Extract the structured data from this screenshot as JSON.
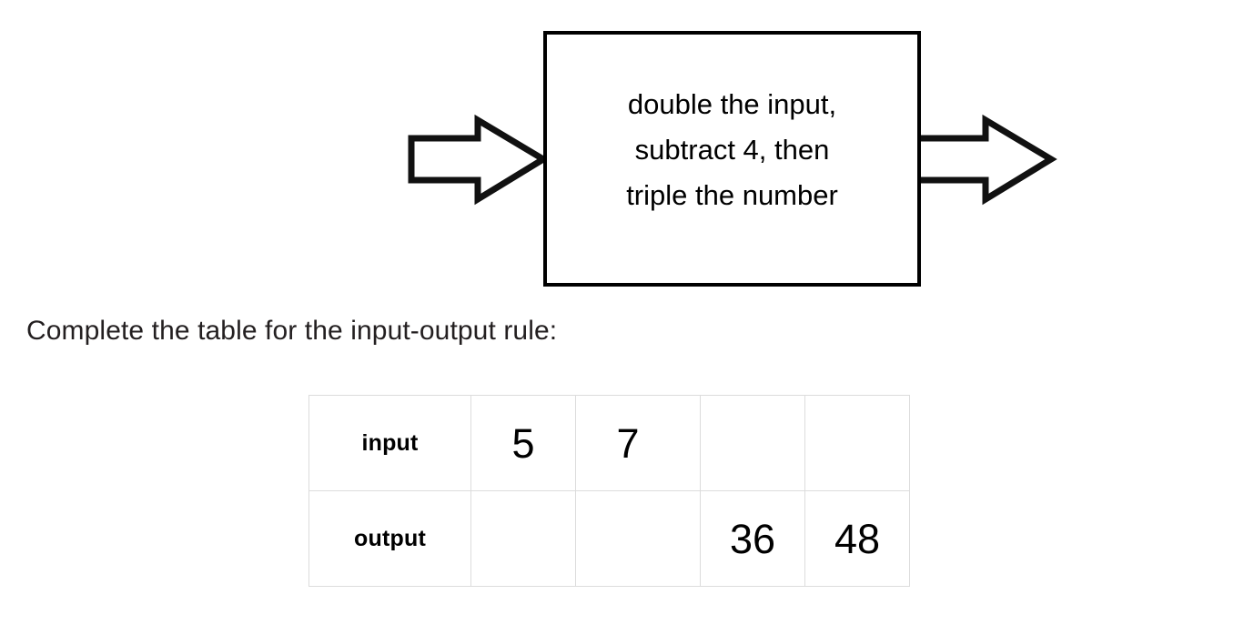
{
  "page": {
    "background": "#ffffff",
    "text_color": "#231f20"
  },
  "machine": {
    "name": "function-machine",
    "rule_text": "double the input,\nsubtract 4, then\ntriple the number",
    "rule_lines": [
      "double the input,",
      "subtract 4, then",
      "triple the number"
    ],
    "input_arrow_label": "input-arrow",
    "output_arrow_label": "output-arrow",
    "border_color": "#000000"
  },
  "prompt": {
    "text": "Complete the table for the input-output rule:"
  },
  "table": {
    "row_labels": [
      "input",
      "output"
    ],
    "rows": [
      {
        "label": "input",
        "cells": [
          "5",
          "7",
          "",
          ""
        ]
      },
      {
        "label": "output",
        "cells": [
          "",
          "",
          "36",
          "48"
        ]
      }
    ],
    "label_border_color": "#1a1a1a",
    "cell_border_color": "#dcdcdc"
  }
}
